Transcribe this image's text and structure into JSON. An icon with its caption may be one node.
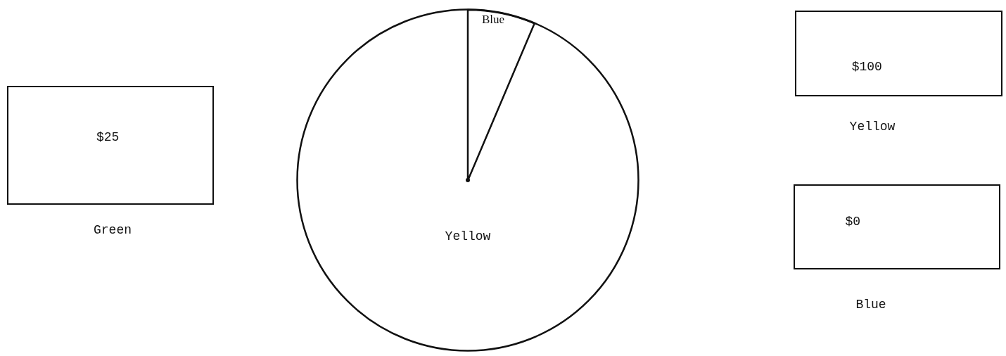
{
  "diagram": {
    "nodes": [
      {
        "text": [
          "$25"
        ],
        "beside": [
          "Green"
        ]
      },
      {
        "text": [
          "Yellow"
        ]
      },
      {
        "text": [
          "Blue"
        ],
        "in": 1
      },
      {
        "text": [
          "$100"
        ],
        "beside": [
          "Yellow"
        ]
      },
      {
        "text": [
          "$0"
        ],
        "beside": [
          "Blue"
        ]
      }
    ]
  }
}
